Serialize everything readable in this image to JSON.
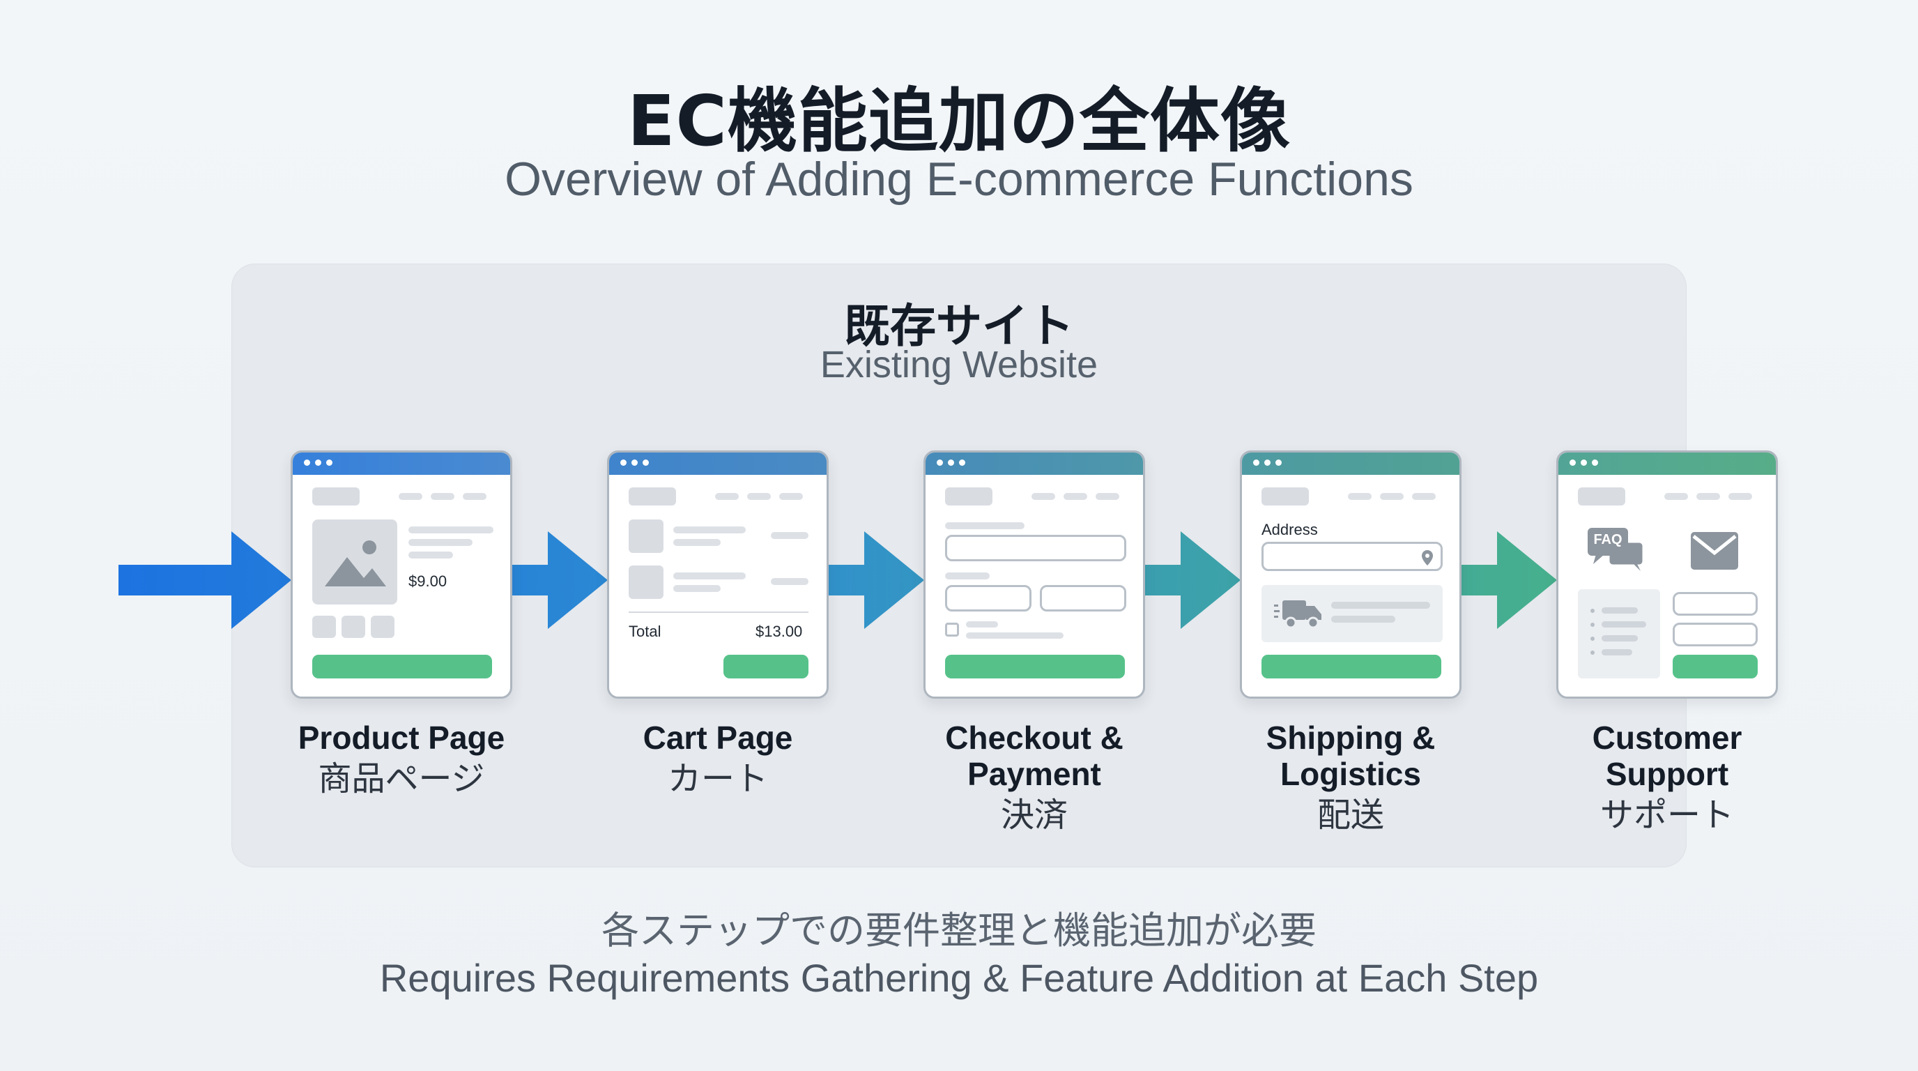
{
  "title": "EC機能追加の全体像",
  "subtitle": "Overview of Adding E-commerce Functions",
  "panel": {
    "title": "既存サイト",
    "subtitle": "Existing Website"
  },
  "steps": [
    {
      "en": "Product Page",
      "ja": "商品ページ",
      "price": "$9.00",
      "bar_color": "#3b82d6"
    },
    {
      "en": "Cart Page",
      "ja": "カート",
      "total_label": "Total",
      "total_value": "$13.00",
      "bar_color": "#4584c6"
    },
    {
      "en_line1": "Checkout &",
      "en_line2": "Payment",
      "ja": "決済",
      "bar_color": "#4a8fb6"
    },
    {
      "en_line1": "Shipping &",
      "en_line2": "Logistics",
      "ja": "配送",
      "address_label": "Address",
      "bar_color": "#4f9da0"
    },
    {
      "en_line1": "Customer",
      "en_line2": "Support",
      "ja": "サポート",
      "faq_label": "FAQ",
      "bar_color": "#54a88e"
    }
  ],
  "footer": {
    "ja": "各ステップでの要件整理と機能追加が必要",
    "en": "Requires Requirements Gathering & Feature Addition at Each Step"
  },
  "colors": {
    "arrow_start": "#1d73e0",
    "arrow_end": "#47b08c",
    "button_green": "#56c28a",
    "panel_bg": "#e6e9ed"
  }
}
